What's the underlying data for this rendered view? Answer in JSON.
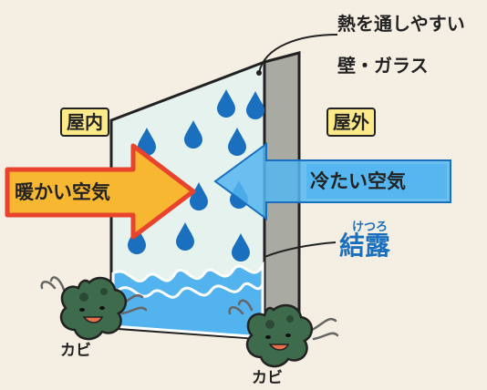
{
  "labels": {
    "wall_line1": "熱を通しやすい",
    "wall_line2": "壁・ガラス",
    "indoor": "屋内",
    "outdoor": "屋外",
    "warm_air": "暖かい空気",
    "cold_air": "冷たい空気",
    "condensation_reading": "けつろ",
    "condensation": "結露",
    "mold_1": "カビ",
    "mold_2": "カビ"
  },
  "colors": {
    "background": "#f5efe3",
    "warm_arrow": "#f7b731",
    "warm_arrow_border": "#e8432d",
    "cold_arrow": "#55b6f0",
    "label_box": "#fbe98a",
    "glass": "#e6f2ee",
    "wall_side": "#a9aba3",
    "droplet": "#1a6fbf",
    "mold": "#3f6b4d"
  }
}
